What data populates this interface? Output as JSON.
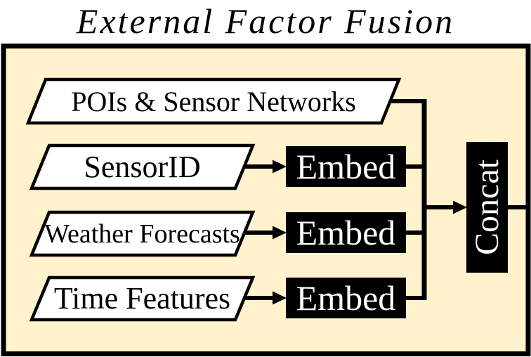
{
  "title": "External Factor Fusion",
  "colors": {
    "container_fill": "#FFF2CC",
    "node_fill": "#FFFFFF",
    "embed_fill": "#000000",
    "line": "#000000"
  },
  "diagram": {
    "inputs": [
      {
        "label": "POIs & Sensor Networks",
        "has_embed": false
      },
      {
        "label": "SensorID",
        "has_embed": true
      },
      {
        "label": "Weather Forecasts",
        "has_embed": true
      },
      {
        "label": "Time Features",
        "has_embed": true
      }
    ],
    "embed_label": "Embed",
    "concat_label": "Concat"
  }
}
